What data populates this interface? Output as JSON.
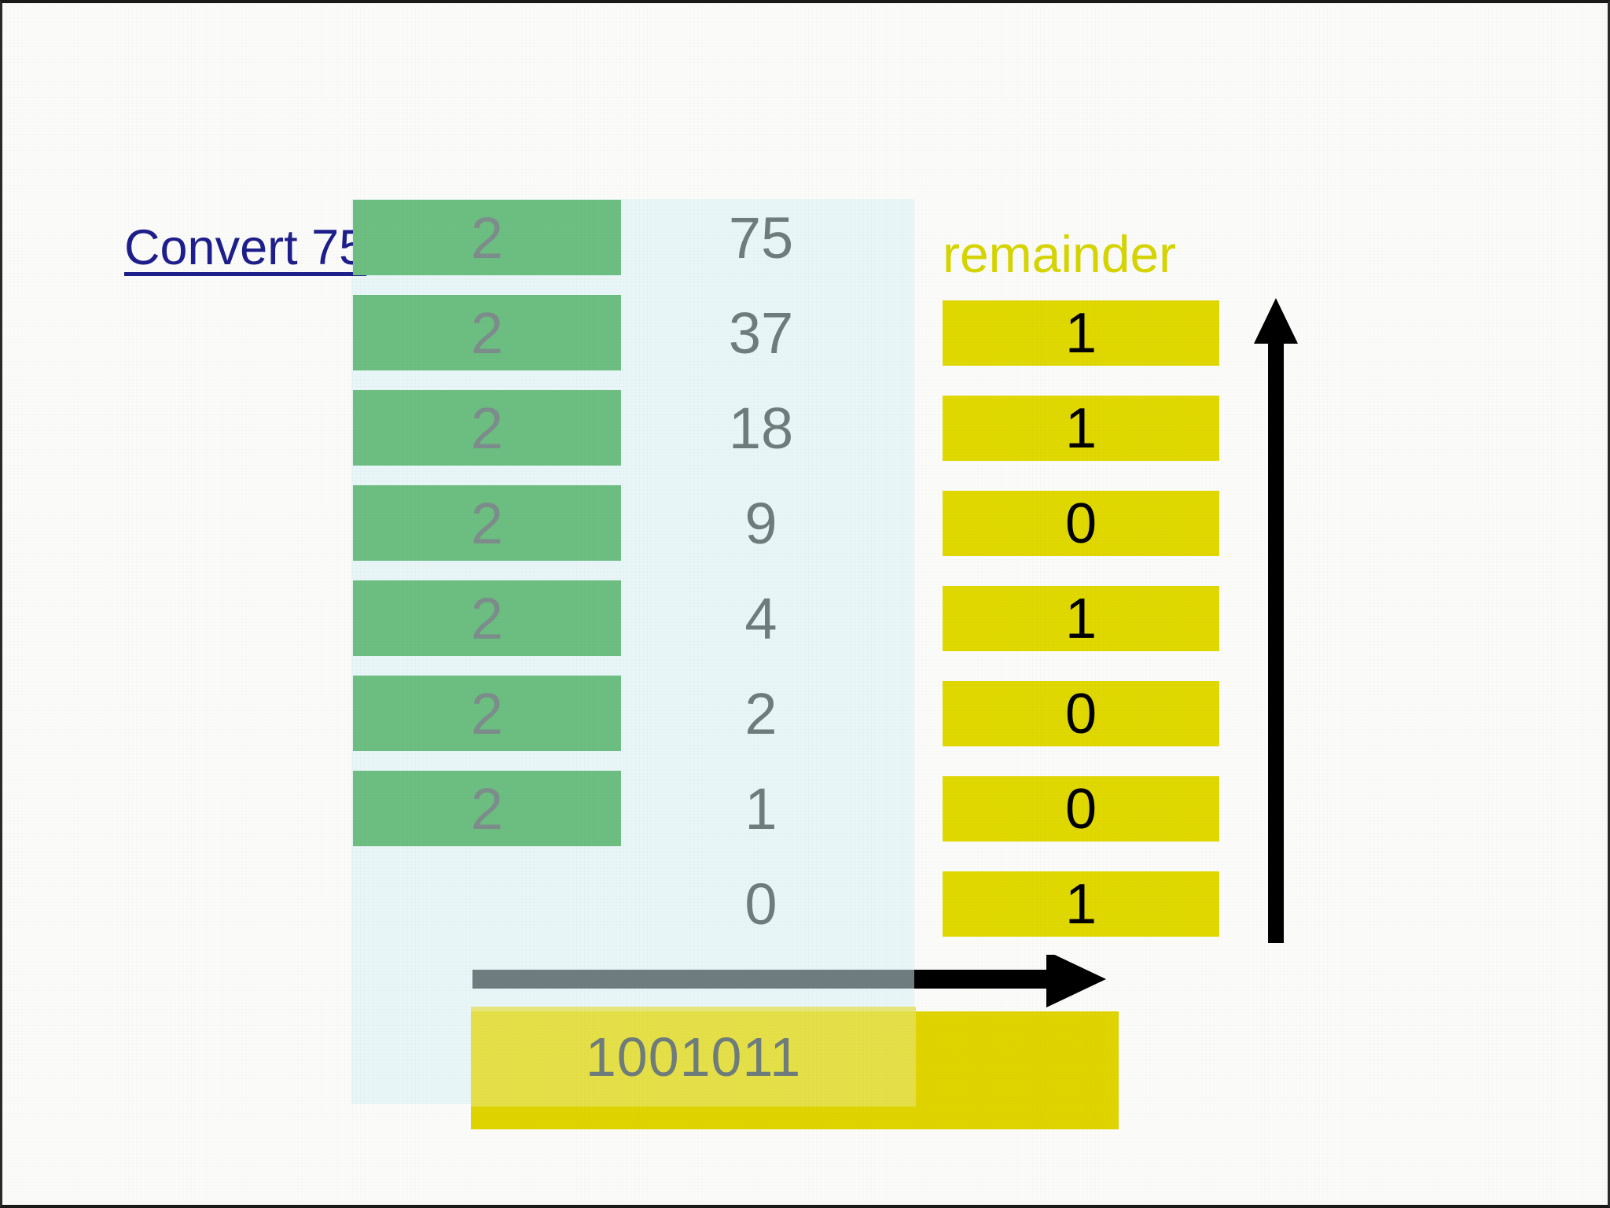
{
  "slide": {
    "title": "Convert 75",
    "background_color": "#fbfbf9",
    "panel_color": "#e8f6f8"
  },
  "colors": {
    "title_blue": "#1e1e8c",
    "divisor_green": "#6cbe81",
    "digit_gray": "#6e7c7c",
    "remainder_yellow": "#e0d800",
    "remainder_label_yellow": "#d6d400",
    "arrow_black": "#000000",
    "arrow_shaft_gray": "#6f7c80"
  },
  "table": {
    "remainder_header": "remainder",
    "rows": [
      {
        "divisor": "2",
        "quotient": "75",
        "remainder": ""
      },
      {
        "divisor": "2",
        "quotient": "37",
        "remainder": "1"
      },
      {
        "divisor": "2",
        "quotient": "18",
        "remainder": "1"
      },
      {
        "divisor": "2",
        "quotient": "9",
        "remainder": "0"
      },
      {
        "divisor": "2",
        "quotient": "4",
        "remainder": "1"
      },
      {
        "divisor": "2",
        "quotient": "2",
        "remainder": "0"
      },
      {
        "divisor": "2",
        "quotient": "1",
        "remainder": "0"
      },
      {
        "divisor": "",
        "quotient": "0",
        "remainder": "1"
      }
    ]
  },
  "result": {
    "binary": "1001011"
  },
  "arrows": {
    "vertical_label": "read-remainders-upward-arrow",
    "horizontal_label": "result-direction-arrow"
  }
}
